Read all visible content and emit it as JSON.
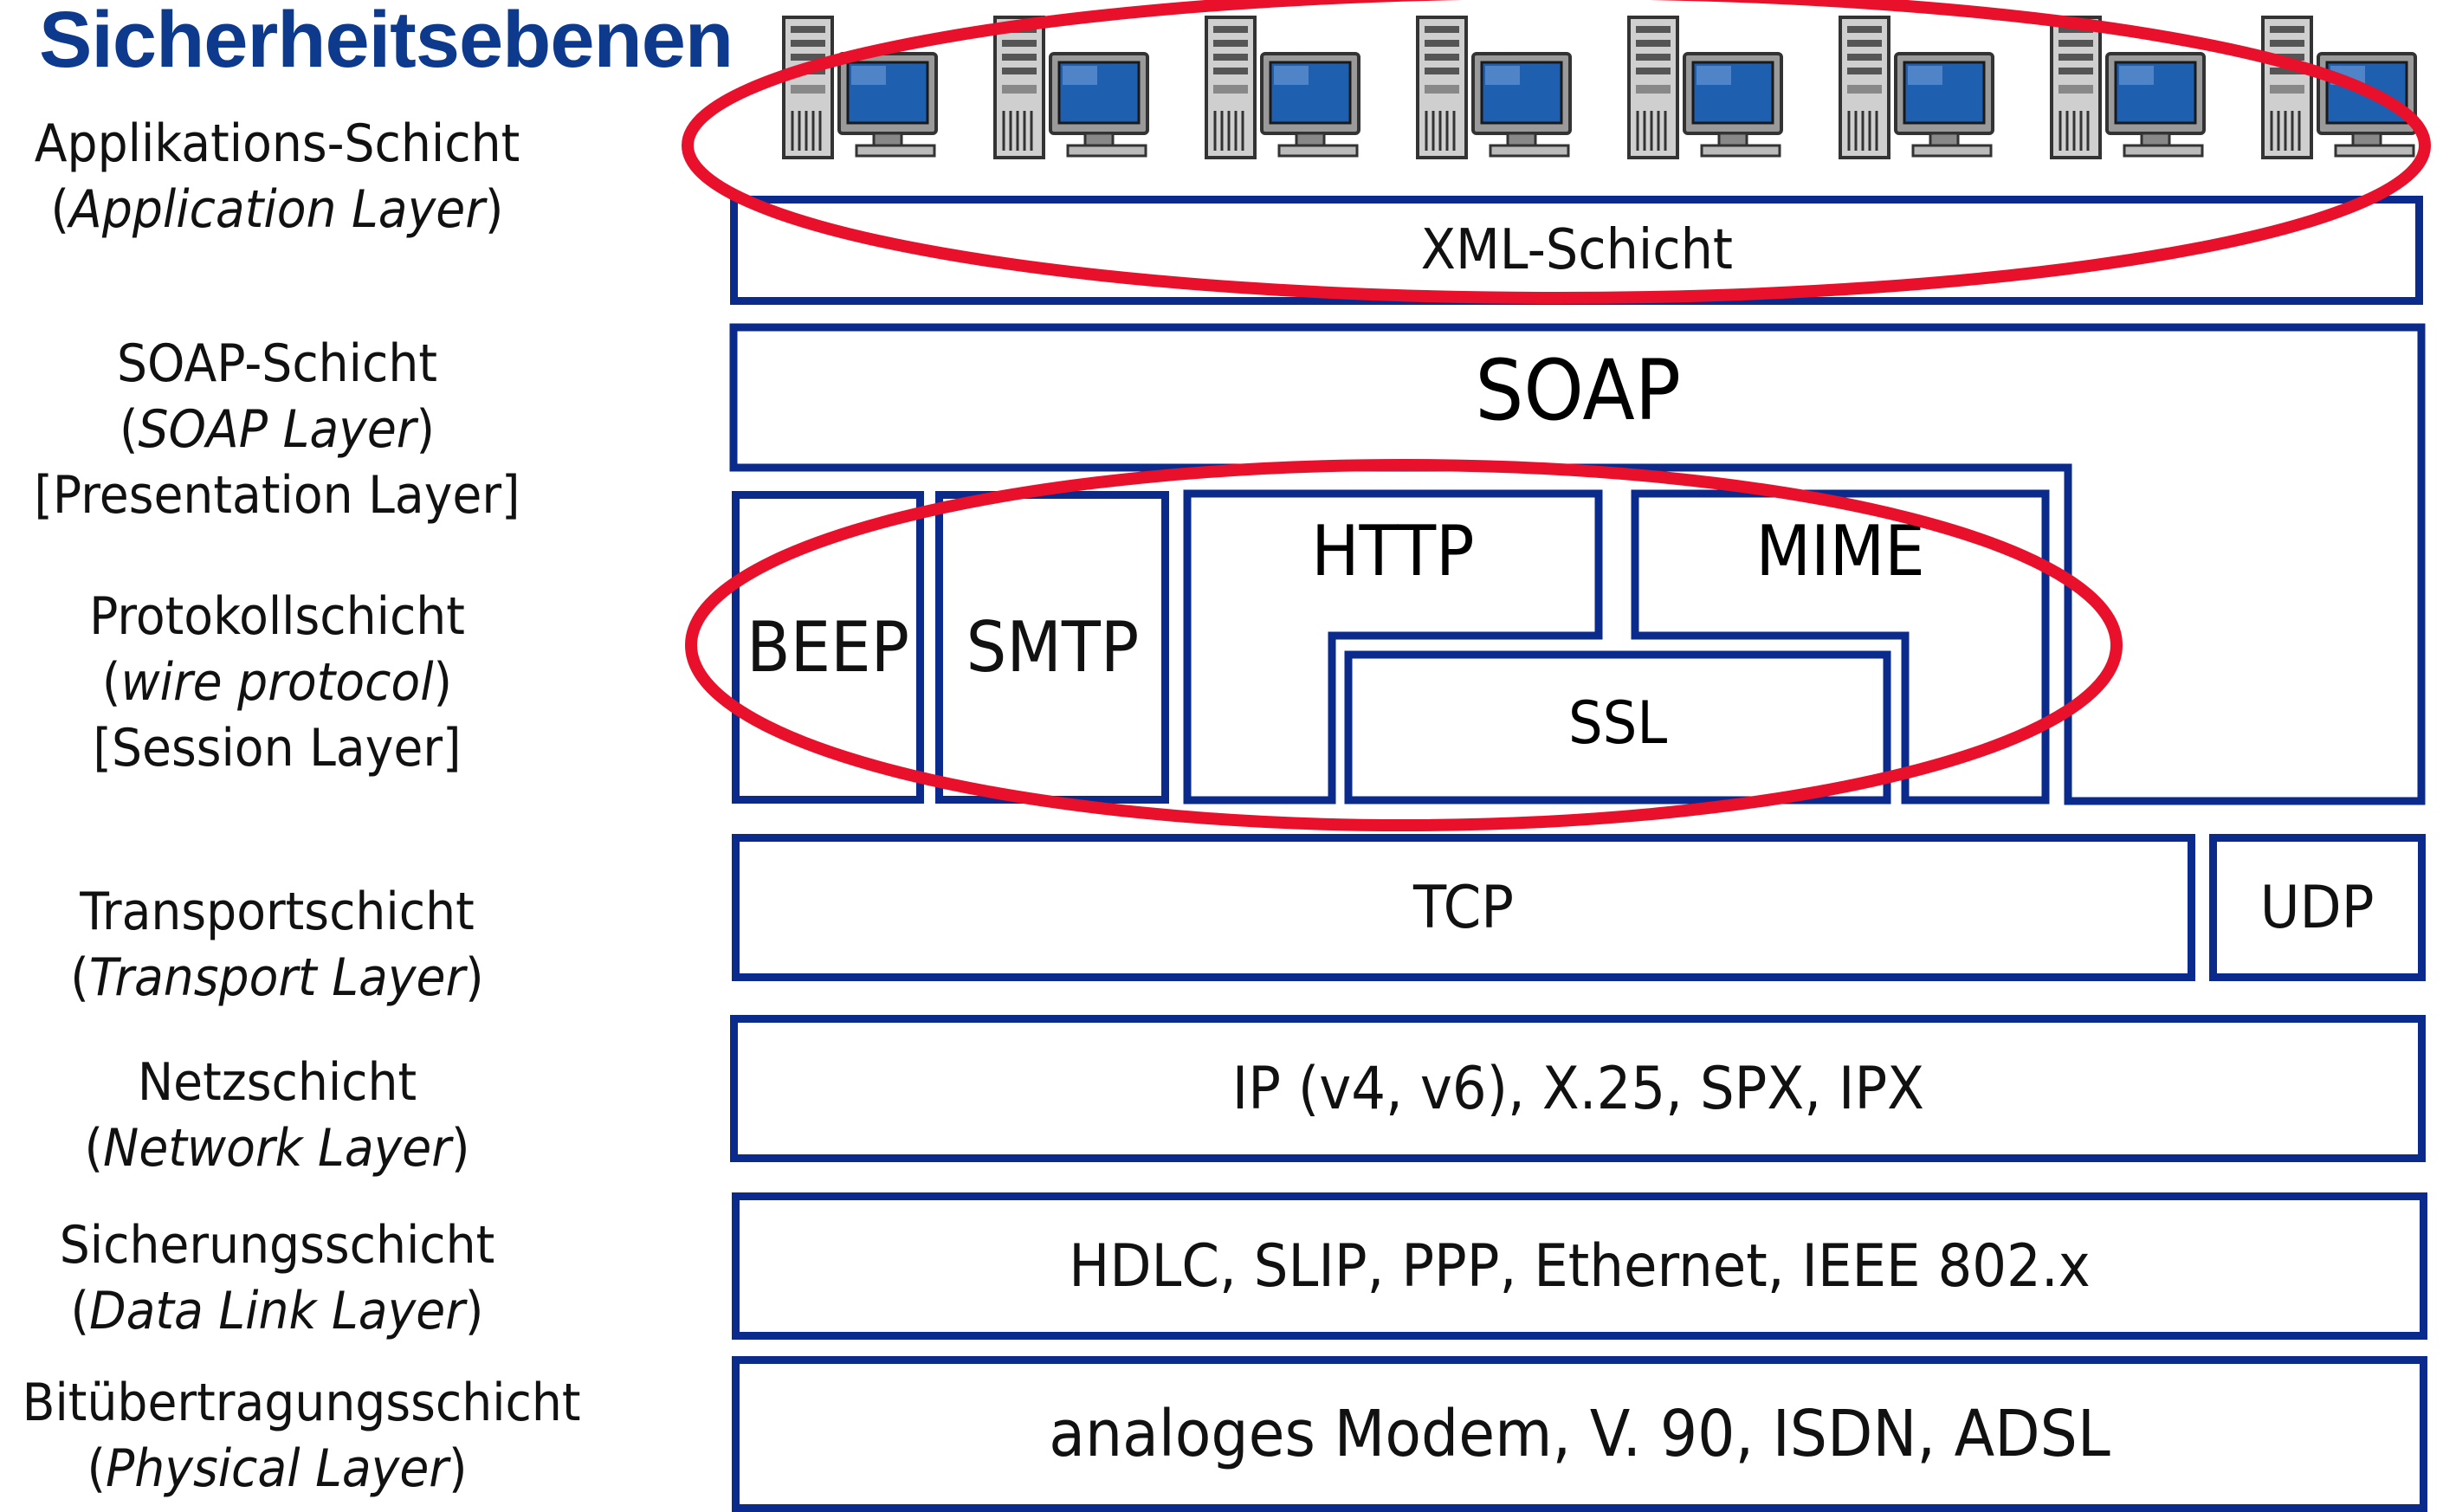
{
  "title": "Sicherheitsebenen",
  "layers": [
    {
      "de": "Applikations-Schicht",
      "en": "Application Layer",
      "osi": ""
    },
    {
      "de": "SOAP-Schicht",
      "en": "SOAP Layer",
      "osi": "[Presentation Layer]"
    },
    {
      "de": "Protokollschicht",
      "en": "wire protocol",
      "osi": "[Session Layer]"
    },
    {
      "de": "Transportschicht",
      "en": "Transport Layer",
      "osi": ""
    },
    {
      "de": "Netzschicht",
      "en": "Network Layer",
      "osi": ""
    },
    {
      "de": "Sicherungsschicht",
      "en": "Data Link Layer",
      "osi": ""
    },
    {
      "de": "Bitübertragungsschicht",
      "en": "Physical Layer",
      "osi": ""
    }
  ],
  "boxes": {
    "xml": "XML-Schicht",
    "soap": "SOAP",
    "beep": "BEEP",
    "smtp": "SMTP",
    "http": "HTTP",
    "mime": "MIME",
    "ssl": "SSL",
    "tcp": "TCP",
    "udp": "UDP",
    "network": "IP (v4, v6), X.25, SPX, IPX",
    "datalink": "HDLC, SLIP, PPP, Ethernet, IEEE 802.x",
    "physical": "analoges Modem, V. 90, ISDN, ADSL"
  },
  "computer_icon": "server-and-monitor-icon",
  "computer_count": 8,
  "colors": {
    "title": "#0d3a8c",
    "box_border": "#0a2a8c",
    "highlight_ellipse": "#e8102a",
    "monitor_screen": "#1f5fb0"
  }
}
